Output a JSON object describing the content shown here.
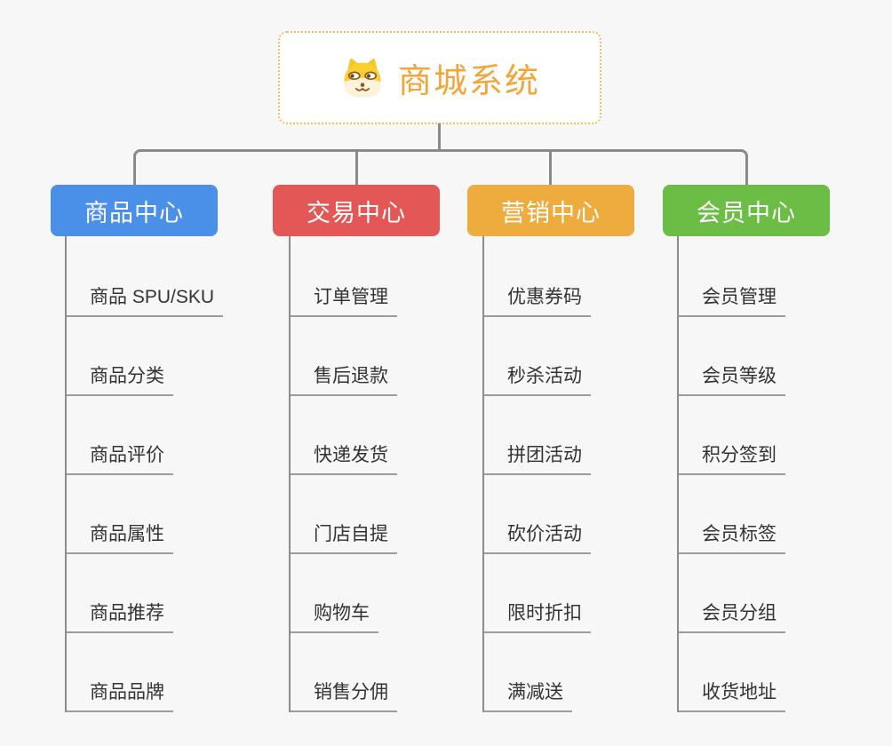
{
  "root": {
    "title": "商城系统",
    "icon": "shiba-dog-icon"
  },
  "colors": {
    "background": "#f7f7f7",
    "root_text": "#f0a63c",
    "root_border": "#f2bd5e",
    "connector": "#8a8a8a",
    "item_underline": "#9c9c9c",
    "item_text": "#333333"
  },
  "branches": [
    {
      "label": "商品中心",
      "color": "#4a90e8",
      "items": [
        "商品 SPU/SKU",
        "商品分类",
        "商品评价",
        "商品属性",
        "商品推荐",
        "商品品牌"
      ]
    },
    {
      "label": "交易中心",
      "color": "#e35757",
      "items": [
        "订单管理",
        "售后退款",
        "快递发货",
        "门店自提",
        "购物车",
        "销售分佣"
      ]
    },
    {
      "label": "营销中心",
      "color": "#eeac3f",
      "items": [
        "优惠券码",
        "秒杀活动",
        "拼团活动",
        "砍价活动",
        "限时折扣",
        "满减送"
      ]
    },
    {
      "label": "会员中心",
      "color": "#6bbd45",
      "items": [
        "会员管理",
        "会员等级",
        "积分签到",
        "会员标签",
        "会员分组",
        "收货地址"
      ]
    }
  ]
}
